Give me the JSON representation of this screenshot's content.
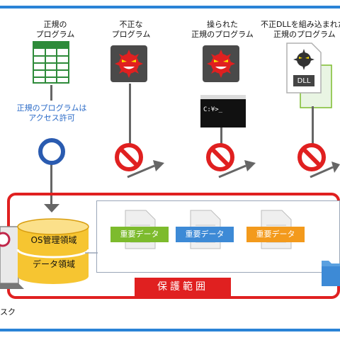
{
  "columns": [
    {
      "line1": "正規の",
      "line2": "プログラム"
    },
    {
      "line1": "不正な",
      "line2": "プログラム"
    },
    {
      "line1": "操られた",
      "line2": "正規のプログラム"
    },
    {
      "line1": "不正DLLを組み込まれた",
      "line2": "正規のプログラム"
    }
  ],
  "access_note": {
    "line1": "正規のプログラムは",
    "line2": "アクセス許可"
  },
  "terminal_text": "C:¥>_",
  "dll_label": "DLL",
  "disk": {
    "os_area": "OS管理領域",
    "data_area": "データ領域",
    "label": "スク"
  },
  "important_data": [
    "重要データ",
    "重要データ",
    "重要データ"
  ],
  "protect_badge": "保護範囲",
  "colors": {
    "blue_frame": "#2a83d6",
    "red_protect": "#e02020",
    "green_tag": "#7dbb2d",
    "blue_tag": "#3d8ad6",
    "orange_tag": "#f39a1c",
    "disk_yellow": "#f6c531"
  }
}
